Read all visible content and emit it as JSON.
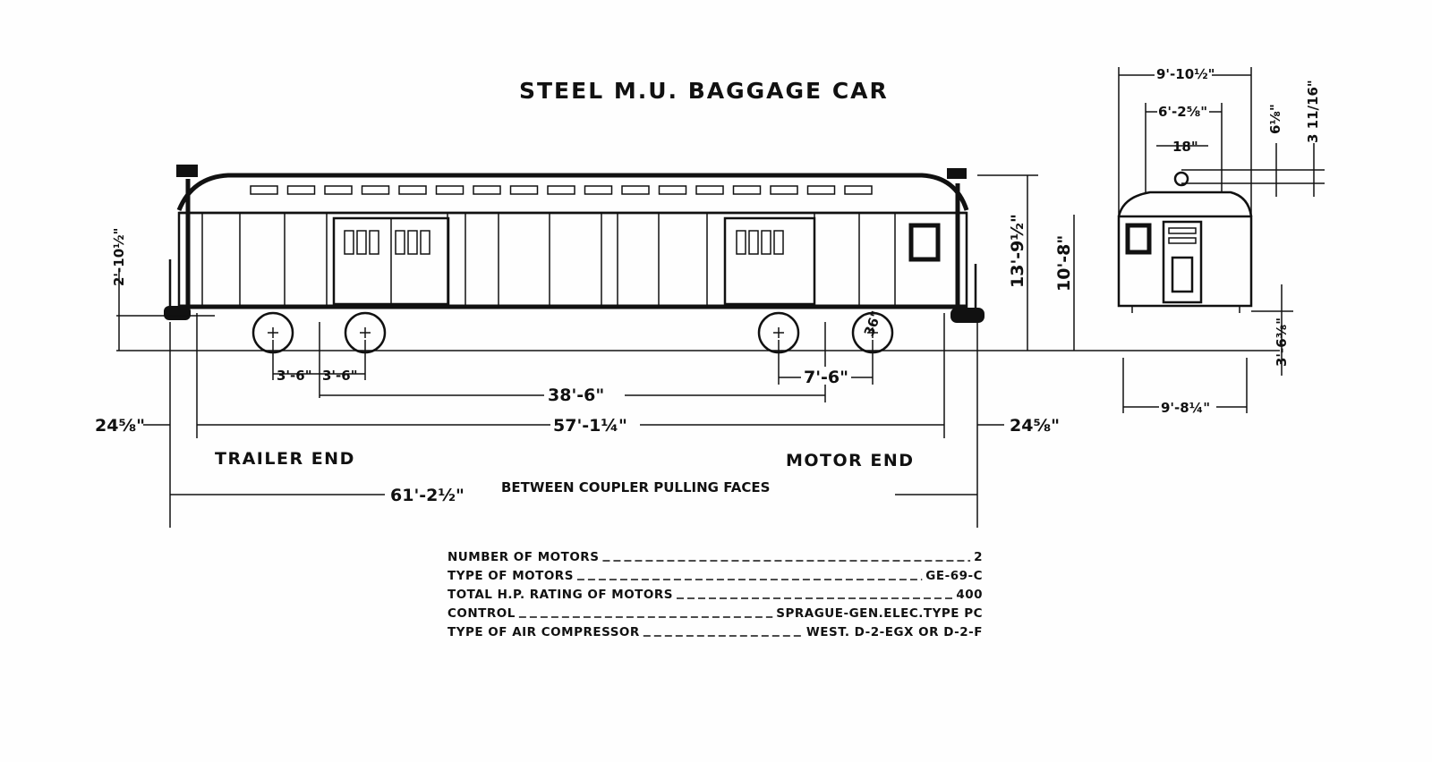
{
  "title": "STEEL M.U. BAGGAGE CAR",
  "dimensions": {
    "truck_wheelbase_left_1": "3'-6\"",
    "truck_wheelbase_left_2": "3'-6\"",
    "truck_centers": "38'-6\"",
    "truck_wheelbase_right": "7'-6\"",
    "wheel_diameter": "36\"",
    "over_body": "57'-1¼\"",
    "over_couplers": "61'-2½\"",
    "between_coupler_note": "BETWEEN COUPLER PULLING FACES",
    "coupler_overhang_left": "24⅝\"",
    "coupler_overhang_right": "24⅝\"",
    "coupler_height": "2'-10½\"",
    "height_over_roof": "13'-9½\"",
    "height_floor_to_rail": "10'-8\"",
    "end_width_top": "9'-10½\"",
    "end_roof_width": "6'-2⅝\"",
    "end_trolley": "18\"",
    "end_trolley_height": "6⅛\"",
    "end_top_small": "3 11/16\"",
    "end_floor_height": "3'-6⅜\"",
    "end_width_bottom": "9'-8¼\""
  },
  "labels": {
    "trailer_end": "TRAILER END",
    "motor_end": "MOTOR END"
  },
  "specs": [
    {
      "label": "NUMBER OF MOTORS",
      "value": "2"
    },
    {
      "label": "TYPE OF MOTORS",
      "value": "GE-69-C"
    },
    {
      "label": "TOTAL H.P. RATING OF MOTORS",
      "value": "400"
    },
    {
      "label": "CONTROL",
      "value": "SPRAGUE-GEN.ELEC.TYPE PC"
    },
    {
      "label": "TYPE OF AIR COMPRESSOR",
      "value": "WEST. D-2-EGX OR D-2-F"
    }
  ],
  "colors": {
    "ink": "#111111",
    "paper": "#fefefe"
  }
}
